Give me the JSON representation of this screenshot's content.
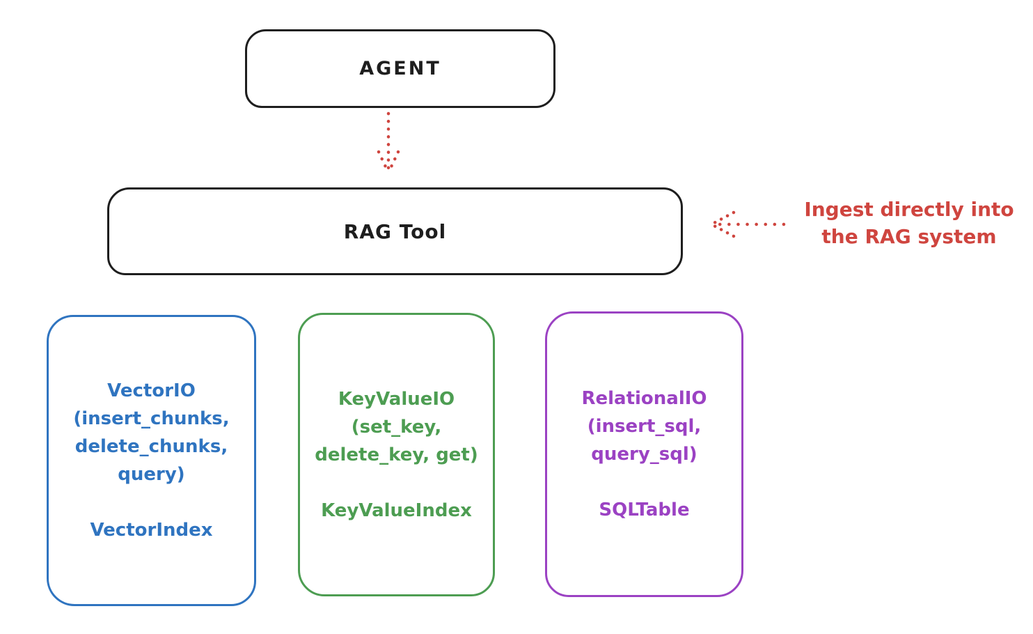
{
  "diagram": {
    "title_context": "RAG Tool architecture diagram",
    "colors": {
      "bg": "#ffffff",
      "ink": "#1e1e1e",
      "red": "#cf453f",
      "blue": "#2f74c0",
      "green": "#4d9d52",
      "purple": "#9b42c3"
    },
    "nodes": {
      "agent": {
        "label": "AGENT"
      },
      "rag_tool": {
        "label": "RAG Tool"
      },
      "vector_io": {
        "lines": [
          "VectorIO",
          "(insert_chunks,",
          "delete_chunks,",
          "query)"
        ],
        "index_label": "VectorIndex",
        "color": "#2f74c0"
      },
      "key_value_io": {
        "lines": [
          "KeyValueIO",
          "(set_key,",
          "delete_key, get)"
        ],
        "index_label": "KeyValueIndex",
        "color": "#4d9d52"
      },
      "relational_io": {
        "lines": [
          "RelationalIO",
          "(insert_sql,",
          "query_sql)"
        ],
        "index_label": "SQLTable",
        "color": "#9b42c3"
      }
    },
    "annotation": {
      "lines": [
        "Ingest directly into",
        "the RAG system"
      ],
      "color": "#cf453f"
    },
    "edges": [
      {
        "from": "agent",
        "to": "rag_tool",
        "style": "dotted-arrow",
        "color": "#cf453f"
      },
      {
        "from": "annotation",
        "to": "rag_tool",
        "style": "dotted-arrow",
        "color": "#cf453f"
      }
    ]
  }
}
